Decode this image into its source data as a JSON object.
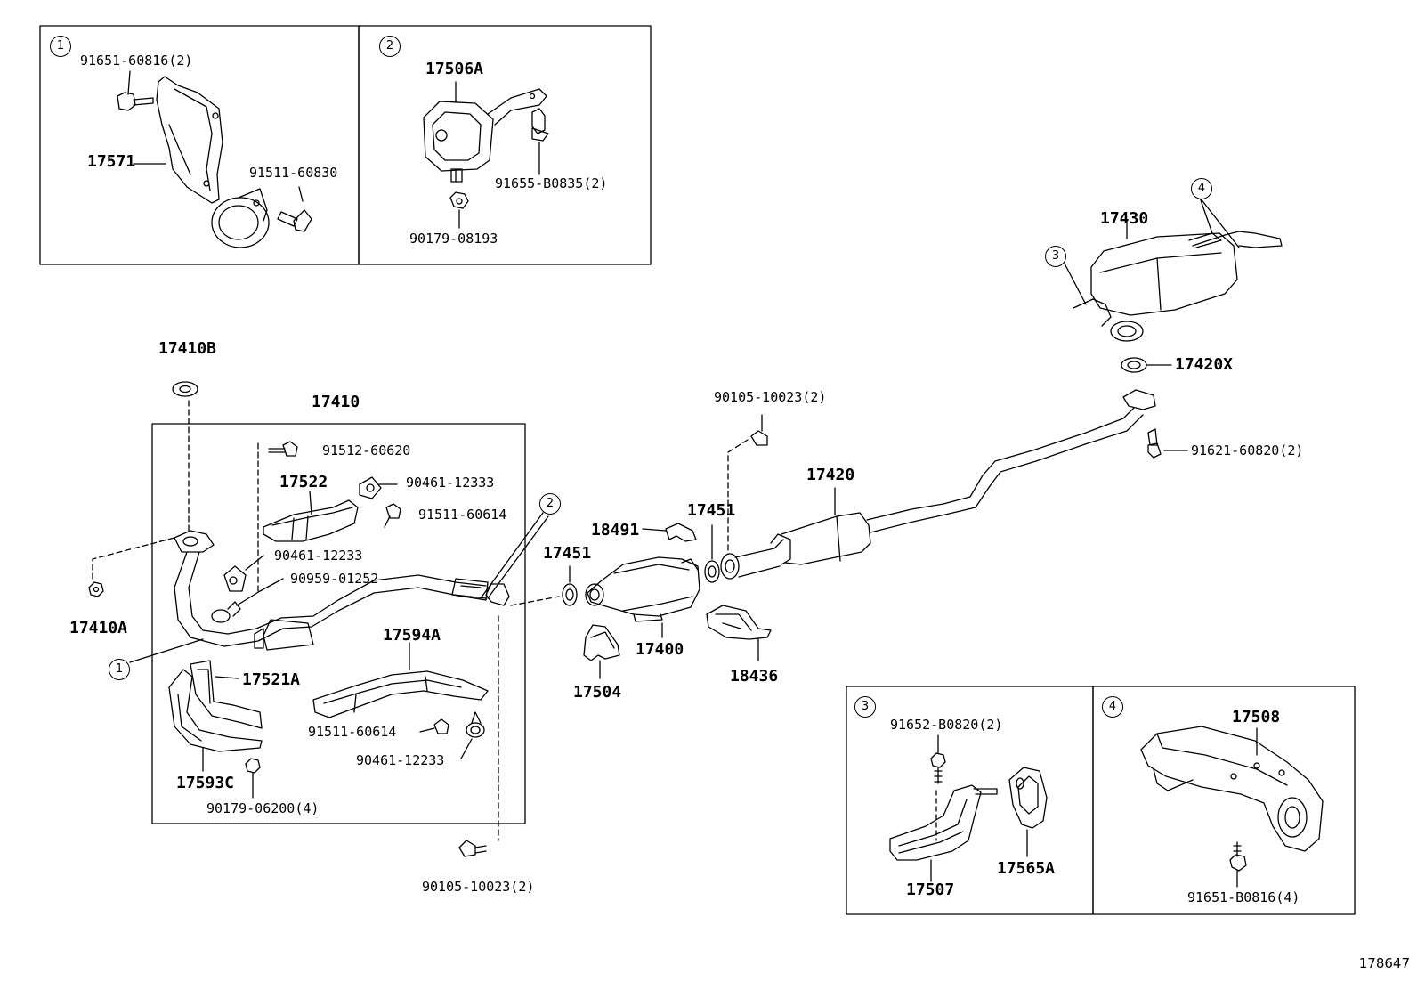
{
  "figure_id": "178647",
  "callouts": {
    "c1": "1",
    "c2": "2",
    "c3": "3",
    "c4": "4"
  },
  "parts": {
    "p_91651_60816": "91651-60816(2)",
    "p_17571": "17571",
    "p_91511_60830": "91511-60830",
    "p_17506A": "17506A",
    "p_91655_B0835": "91655-B0835(2)",
    "p_90179_08193": "90179-08193",
    "p_17430": "17430",
    "p_17420X": "17420X",
    "p_17410B": "17410B",
    "p_17410": "17410",
    "p_91512_60620": "91512-60620",
    "p_17522": "17522",
    "p_90461_12333": "90461-12333",
    "p_91511_60614_a": "91511-60614",
    "p_90461_12233_a": "90461-12233",
    "p_90959_01252": "90959-01252",
    "p_17410A": "17410A",
    "p_17594A": "17594A",
    "p_17521A": "17521A",
    "p_91511_60614_b": "91511-60614",
    "p_90461_12233_b": "90461-12233",
    "p_17593C": "17593C",
    "p_90179_06200": "90179-06200(4)",
    "p_90105_10023_b": "90105-10023(2)",
    "p_90105_10023_a": "90105-10023(2)",
    "p_18491": "18491",
    "p_17451_a": "17451",
    "p_17451_b": "17451",
    "p_17400": "17400",
    "p_17504": "17504",
    "p_18436": "18436",
    "p_17420": "17420",
    "p_91621_60820": "91621-60820(2)",
    "p_91652_B0820": "91652-B0820(2)",
    "p_17507": "17507",
    "p_17565A": "17565A",
    "p_17508": "17508",
    "p_91651_B0816": "91651-B0816(4)"
  }
}
